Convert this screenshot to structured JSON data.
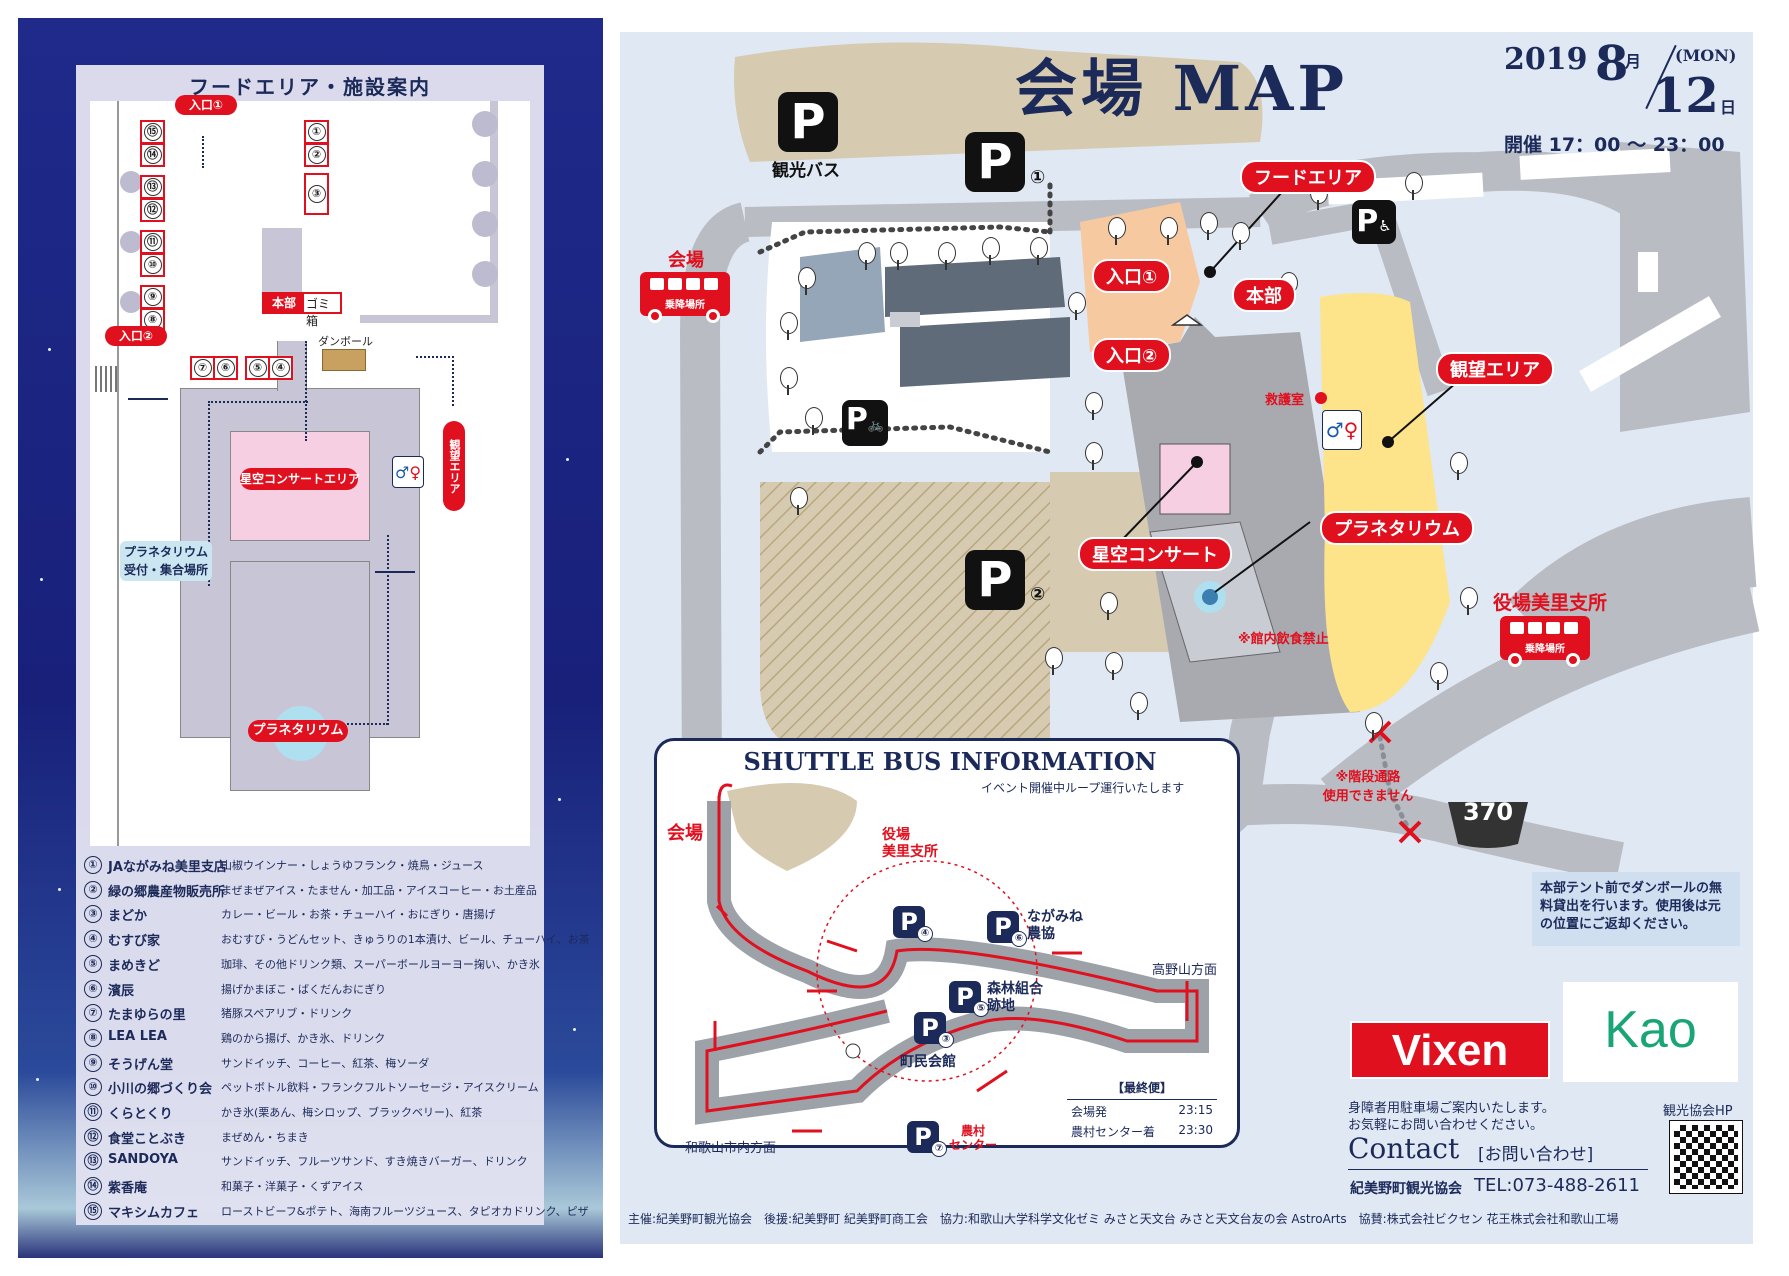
{
  "food": {
    "title": "フードエリア・施設案内",
    "map": {
      "entrance1": "入口①",
      "entrance2": "入口②",
      "honbu": "本部",
      "gomibako": "ゴミ箱",
      "danboru": "ダンボール",
      "concert": "星空コンサートエリア",
      "planetarium": "プラネタリウム",
      "planetarium_reception_1": "プラネタリウム",
      "planetarium_reception_2": "受付・集合場所",
      "observation": "観望エリア",
      "stall_nums": [
        "⑮",
        "⑭",
        "⑬",
        "⑫",
        "⑪",
        "⑩",
        "⑨",
        "⑧",
        "①",
        "②",
        "③",
        "⑦",
        "⑥",
        "⑤",
        "④"
      ]
    },
    "list": [
      {
        "num": "①",
        "name": "JAながみね美里支店",
        "items": "山椒ウインナー・しょうゆフランク・焼鳥・ジュース"
      },
      {
        "num": "②",
        "name": "緑の郷農産物販売所",
        "items": "まぜまぜアイス・たません・加工品・アイスコーヒー・お土産品"
      },
      {
        "num": "③",
        "name": "まどか",
        "items": "カレー・ビール・お茶・チューハイ・おにぎり・唐揚げ"
      },
      {
        "num": "④",
        "name": "むすび家",
        "items": "おむすび・うどんセット、きゅうりの1本漬け、ビール、チューハイ、お茶"
      },
      {
        "num": "⑤",
        "name": "まめきど",
        "items": "珈琲、その他ドリンク類、スーパーボールヨーヨー掬い、かき氷"
      },
      {
        "num": "⑥",
        "name": "濱辰",
        "items": "揚げかまぼこ・ばくだんおにぎり"
      },
      {
        "num": "⑦",
        "name": "たまゆらの里",
        "items": "猪豚スペアリブ・ドリンク"
      },
      {
        "num": "⑧",
        "name": "LEA LEA",
        "items": "鶏のから揚げ、かき氷、ドリンク"
      },
      {
        "num": "⑨",
        "name": "そうげん堂",
        "items": "サンドイッチ、コーヒー、紅茶、梅ソーダ"
      },
      {
        "num": "⑩",
        "name": "小川の郷づくり会",
        "items": "ペットボトル飲料・フランクフルトソーセージ・アイスクリーム"
      },
      {
        "num": "⑪",
        "name": "くらとくり",
        "items": "かき氷(栗あん、梅シロップ、ブラックベリー)、紅茶"
      },
      {
        "num": "⑫",
        "name": "食堂ことぶき",
        "items": "まぜめん・ちまき"
      },
      {
        "num": "⑬",
        "name": "SANDOYA",
        "items": "サンドイッチ、フルーツサンド、すき焼きバーガー、ドリンク"
      },
      {
        "num": "⑭",
        "name": "紫香庵",
        "items": "和菓子・洋菓子・くずアイス"
      },
      {
        "num": "⑮",
        "name": "マキシムカフェ",
        "items": "ローストビーフ&ポテト、海南フルーツジュース、タピオカドリンク、ピザ"
      }
    ]
  },
  "venue": {
    "title": "会場 MAP",
    "year": "2019",
    "month": "8",
    "month_unit": "月",
    "day": "12",
    "day_unit": "日",
    "weekday": "(MON)",
    "hours": "開催 17：00 〜 23：00",
    "parking_bus": "観光バス",
    "parking_nums": [
      "①",
      "②"
    ],
    "labels": {
      "food_area": "フードエリア",
      "entrance1": "入口①",
      "entrance2": "入口②",
      "honbu": "本部",
      "observation": "観望エリア",
      "first_aid": "救護室",
      "concert": "星空コンサート",
      "planetarium": "プラネタリウム",
      "no_food": "※館内飲食禁止",
      "stairs_1": "※階段通路",
      "stairs_2": "使用できません",
      "route": "370"
    },
    "bus_stop_main": "会場",
    "bus_stop_main_sub": "乗降場所",
    "bus_stop_office": "役場美里支所",
    "bus_stop_office_sub": "乗降場所",
    "notice": "本部テント前でダンボールの無料貸出を行います。使用後は元の位置にご返却ください。",
    "sponsor1": "Vixen",
    "sponsor2": "Kao",
    "accessible_note_1": "身障者用駐車場ご案内いたします。",
    "accessible_note_2": "お気軽にお問い合わせください。",
    "contact_title": "Contact",
    "contact_sub": "[お問い合わせ]",
    "contact_org": "紀美野町観光協会",
    "contact_tel": "TEL:073-488-2611",
    "qr_label": "観光協会HP",
    "credits": "主催:紀美野町観光協会　後援:紀美野町 紀美野町商工会　協力:和歌山大学科学文化ゼミ みさと天文台 みさと天文台友の会 AstroArts　協賛:株式会社ビクセン 花王株式会社和歌山工場"
  },
  "shuttle": {
    "title": "SHUTTLE BUS INFORMATION",
    "subtitle": "イベント開催中ループ運行いたします",
    "kaijo": "会場",
    "yakuba_1": "役場",
    "yakuba_2": "美里支所",
    "nagamine_1": "ながみね",
    "nagamine_2": "農協",
    "shinrin_1": "森林組合",
    "shinrin_2": "跡地",
    "chomin": "町民会館",
    "koyasan": "高野山方面",
    "wakayama": "和歌山市内方面",
    "noson_1": "農村",
    "noson_2": "センター",
    "last_title": "【最終便】",
    "last_rows": [
      {
        "label": "会場発",
        "time": "23:15"
      },
      {
        "label": "農村センター着",
        "time": "23:30"
      }
    ],
    "p_nums": [
      "④",
      "⑥",
      "⑤",
      "③",
      "⑦"
    ]
  }
}
